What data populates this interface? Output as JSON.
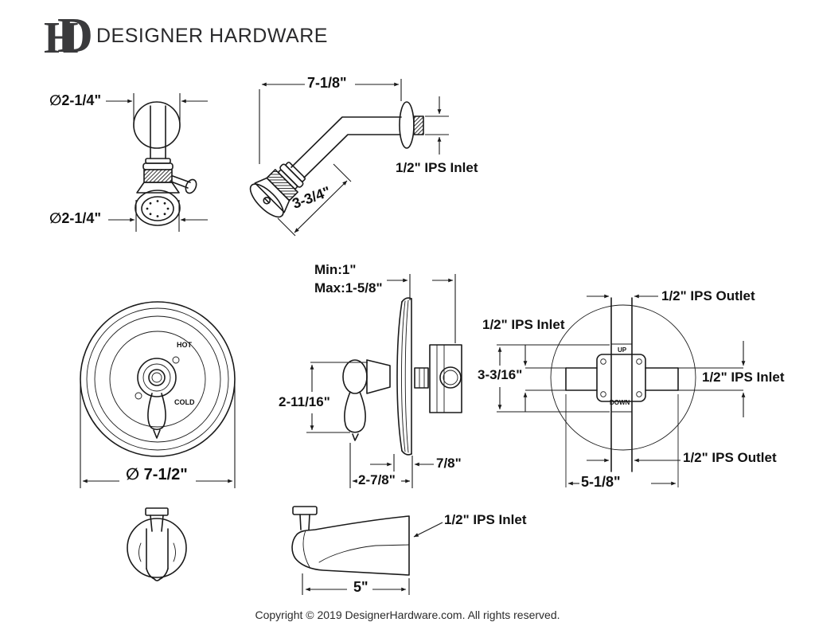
{
  "brand": {
    "monogram_h": "H",
    "monogram_d": "D",
    "name": "DESIGNER HARDWARE"
  },
  "colors": {
    "ink": "#1a1a1a",
    "logo": "#3a3a3c",
    "background": "#ffffff"
  },
  "figures": {
    "showerhead_front": {
      "dia_top": "∅2-1/4\"",
      "dia_bottom": "∅2-1/4\""
    },
    "showerhead_side": {
      "arm_length": "7-1/8\"",
      "head_length": "3-3/4\"",
      "inlet": "1/2\" IPS Inlet"
    },
    "trim_front": {
      "hot": "HOT",
      "cold": "COLD",
      "diameter": "∅ 7-1/2\""
    },
    "valve_side": {
      "min": "Min:1\"",
      "max": "Max:1-5/8\"",
      "handle_height": "2-11/16\"",
      "plate_depth": "7/8\"",
      "handle_depth": "2-7/8\""
    },
    "rough_in": {
      "outlet_top": "1/2\" IPS Outlet",
      "inlet_left": "1/2\" IPS Inlet",
      "inlet_right": "1/2\" IPS Inlet",
      "outlet_bottom": "1/2\" IPS Outlet",
      "plate_height": "3-3/16\"",
      "width": "5-1/8\"",
      "up": "UP",
      "down": "DOWN"
    },
    "spout_side": {
      "length": "5\"",
      "inlet": "1/2\" IPS Inlet"
    }
  },
  "footer": {
    "copyright": "Copyright © 2019 DesignerHardware.com. All rights reserved."
  }
}
